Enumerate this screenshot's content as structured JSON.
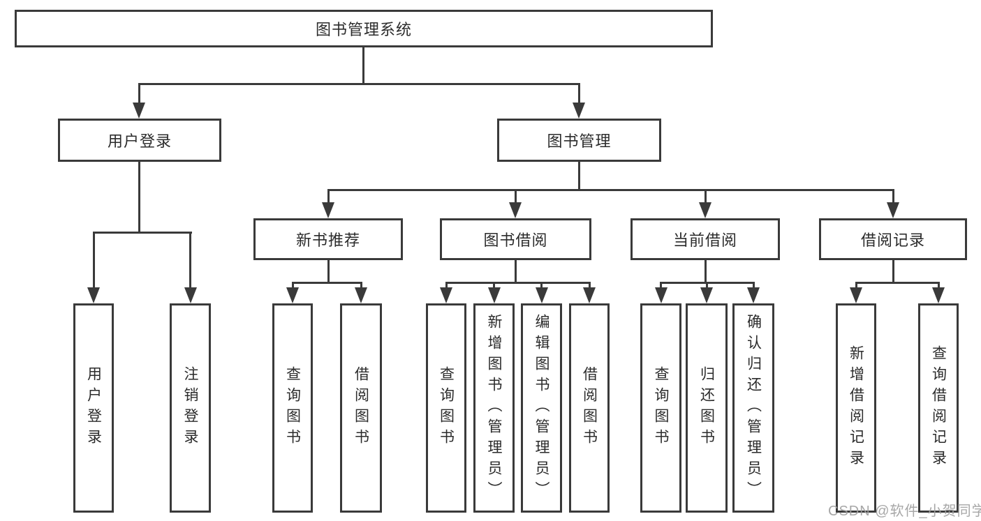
{
  "diagram": {
    "type": "tree",
    "title": "图书管理系统",
    "nodes": {
      "root": {
        "label": "图书管理系统",
        "level": 1
      },
      "user_login": {
        "label": "用户登录",
        "level": 2,
        "parent": "root"
      },
      "book_mgmt": {
        "label": "图书管理",
        "level": 2,
        "parent": "root"
      },
      "new_book_rec": {
        "label": "新书推荐",
        "level": 3,
        "parent": "book_mgmt"
      },
      "book_borrow": {
        "label": "图书借阅",
        "level": 3,
        "parent": "book_mgmt"
      },
      "current_borrow": {
        "label": "当前借阅",
        "level": 3,
        "parent": "book_mgmt"
      },
      "borrow_records": {
        "label": "借阅记录",
        "level": 3,
        "parent": "book_mgmt"
      },
      "leaf_user_login": {
        "label": "用户登录",
        "level": 4,
        "parent": "user_login"
      },
      "leaf_logout": {
        "label": "注销登录",
        "level": 4,
        "parent": "user_login"
      },
      "leaf_query_book_rec": {
        "label": "查询图书",
        "level": 4,
        "parent": "new_book_rec"
      },
      "leaf_borrow_book_rec": {
        "label": "借阅图书",
        "level": 4,
        "parent": "new_book_rec"
      },
      "leaf_query_book_borrow": {
        "label": "查询图书",
        "level": 4,
        "parent": "book_borrow"
      },
      "leaf_add_book": {
        "label": "新增图书（管理员）",
        "level": 4,
        "parent": "book_borrow"
      },
      "leaf_edit_book": {
        "label": "编辑图书（管理员）",
        "level": 4,
        "parent": "book_borrow"
      },
      "leaf_borrow_book": {
        "label": "借阅图书",
        "level": 4,
        "parent": "book_borrow"
      },
      "leaf_query_book_cur": {
        "label": "查询图书",
        "level": 4,
        "parent": "current_borrow"
      },
      "leaf_return_book": {
        "label": "归还图书",
        "level": 4,
        "parent": "current_borrow"
      },
      "leaf_confirm_return": {
        "label": "确认归还（管理员）",
        "level": 4,
        "parent": "current_borrow"
      },
      "leaf_add_record": {
        "label": "新增借阅记录",
        "level": 4,
        "parent": "borrow_records"
      },
      "leaf_query_record": {
        "label": "查询借阅记录",
        "level": 4,
        "parent": "borrow_records"
      }
    },
    "colors": {
      "line": "#3a3a3a",
      "text": "#2b2b2b",
      "background": "#ffffff",
      "watermark": "#a0a0a0"
    }
  },
  "watermark": {
    "text": "CSDN @软件_小贺同学"
  }
}
